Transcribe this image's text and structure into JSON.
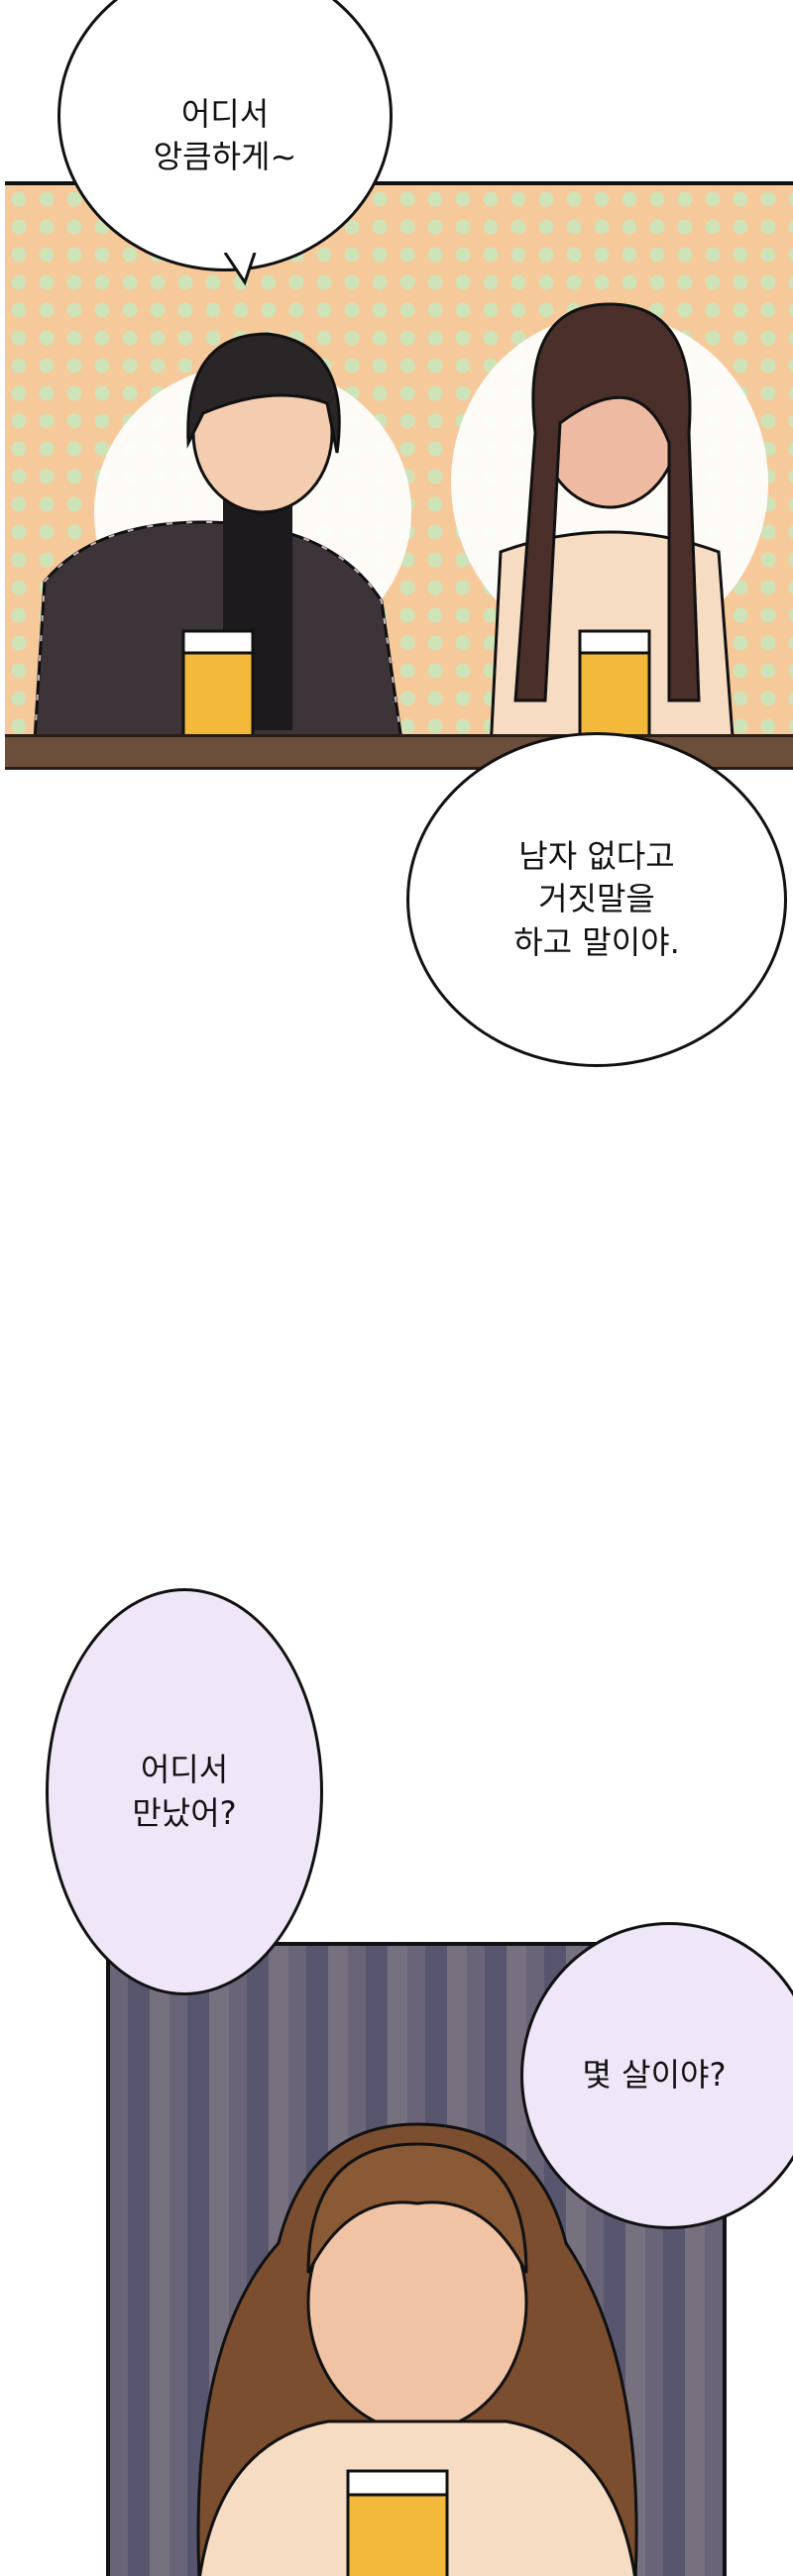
{
  "panels": [
    {
      "name": "bar-scene",
      "bubbles": [
        {
          "text": "어디서\n앙큼하게~"
        },
        {
          "text": "남자 없다고\n거짓말을\n하고 말이야."
        }
      ]
    },
    {
      "name": "closeup-scene",
      "bubbles": [
        {
          "text": "어디서\n만났어?"
        },
        {
          "text": "몇 살이야?"
        }
      ]
    }
  ],
  "colors": {
    "panel1_bg": "#f6c99a",
    "bubble_purple": "#efe6f7",
    "outline": "#111111"
  }
}
